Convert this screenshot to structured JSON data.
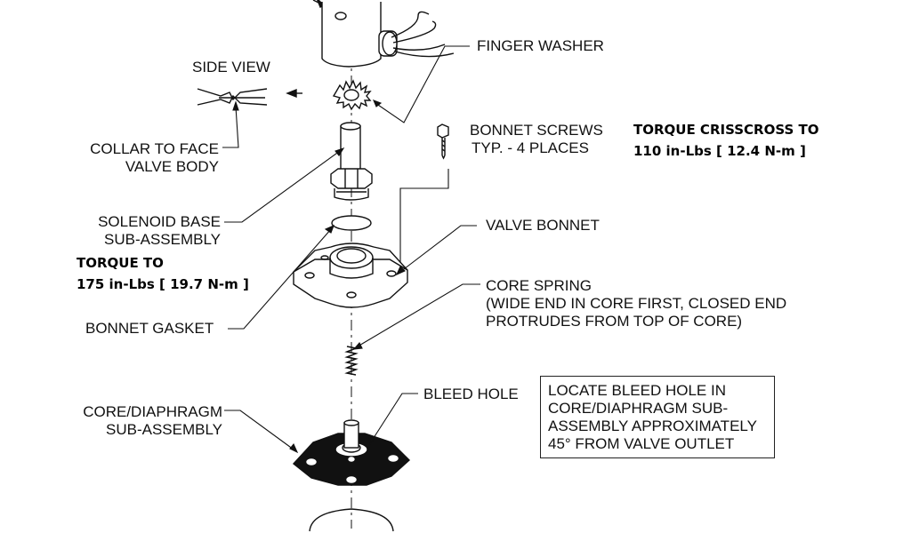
{
  "labels": {
    "finger_washer": "FINGER WASHER",
    "side_view": "SIDE VIEW",
    "collar": [
      "COLLAR TO FACE",
      "VALVE BODY"
    ],
    "bonnet_screws": [
      "BONNET SCREWS",
      "TYP. - 4 PLACES"
    ],
    "solenoid_base": [
      "SOLENOID BASE",
      "SUB-ASSEMBLY"
    ],
    "valve_bonnet": "VALVE BONNET",
    "core_spring": [
      "CORE SPRING",
      "(WIDE END IN CORE FIRST, CLOSED END",
      "PROTRUDES FROM TOP OF CORE)"
    ],
    "bonnet_gasket": "BONNET GASKET",
    "core_diaphragm": [
      "CORE/DIAPHRAGM",
      "SUB-ASSEMBLY"
    ],
    "bleed_hole": "BLEED HOLE"
  },
  "torque_crisscross": [
    "TORQUE CRISSCROSS TO",
    "110 in-Lbs  [ 12.4 N-m ]"
  ],
  "torque_base": [
    "TORQUE TO",
    "175 in-Lbs  [ 19.7 N-m ]"
  ],
  "note": [
    "LOCATE BLEED HOLE IN",
    "CORE/DIAPHRAGM SUB-",
    "ASSEMBLY APPROXIMATELY",
    "45° FROM VALVE OUTLET"
  ]
}
